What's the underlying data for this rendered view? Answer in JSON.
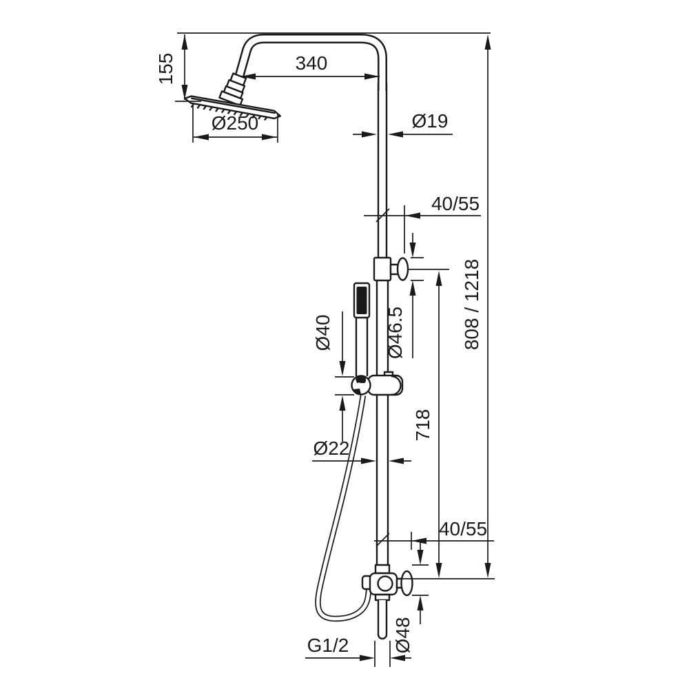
{
  "drawing": {
    "kind": "technical dimension drawing",
    "subject": "shower column with overhead shower, hand shower, slide rail and diverter valve"
  },
  "colors": {
    "line": "#1a1a1a",
    "background": "#ffffff"
  },
  "dimension_labels": {
    "head_offset_height": "155",
    "arm_reach": "340",
    "head_diameter": "Ø250",
    "riser_pipe_diameter": "Ø19",
    "upper_bracket_offset": "40/55",
    "upper_bracket_knob_diameter": "Ø46.5",
    "slider_holder_diameter": "Ø40",
    "bracket_spacing": "718",
    "overall_height": "808 / 1218",
    "rail_diameter": "Ø22",
    "lower_bracket_offset": "40/55",
    "diverter_knob_diameter": "Ø48",
    "outlet_thread": "G1/2"
  }
}
